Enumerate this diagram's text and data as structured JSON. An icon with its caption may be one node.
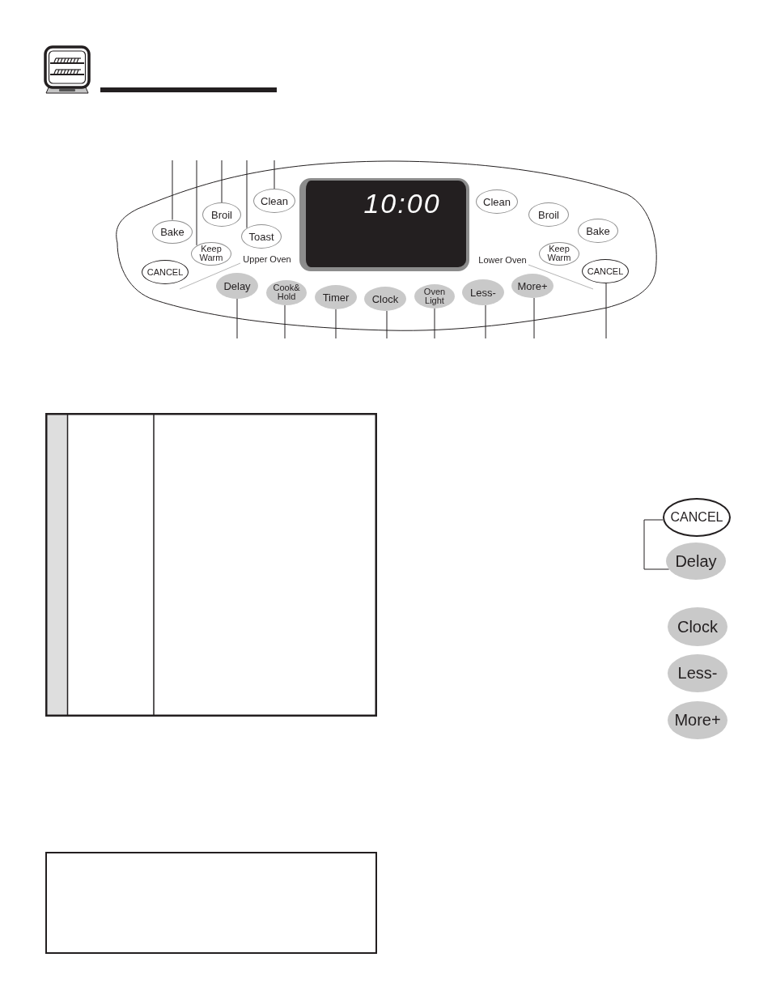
{
  "diagram": {
    "nodes": [
      {
        "text": [
          "Upper Oven",
          "Lower Oven"
        ]
      },
      {
        "text": [
          "Bake"
        ],
        "in": 0
      },
      {
        "text": [
          "Keep Warm"
        ],
        "in": 0
      },
      {
        "text": [
          "Broil"
        ],
        "in": 0
      },
      {
        "text": [
          "Toast"
        ],
        "in": 0
      },
      {
        "text": [
          "Clean"
        ],
        "in": 0
      },
      {
        "text": [
          "10:00"
        ],
        "in": 0
      },
      {
        "text": [
          "Clean"
        ],
        "in": 0
      },
      {
        "text": [
          "Broil"
        ],
        "in": 0
      },
      {
        "text": [
          "Bake"
        ],
        "in": 0
      },
      {
        "text": [
          "Keep Warm"
        ],
        "in": 0
      },
      {
        "text": [
          "CANCEL"
        ],
        "in": 0
      },
      {
        "text": [
          "CANCEL"
        ],
        "in": 0
      },
      {
        "text": [
          "Delay"
        ],
        "in": 0
      },
      {
        "text": [
          "Cook& Hold"
        ],
        "in": 0
      },
      {
        "text": [
          "Timer"
        ],
        "in": 0
      },
      {
        "text": [
          "Clock"
        ],
        "in": 0
      },
      {
        "text": [
          "Oven Light"
        ],
        "in": 0
      },
      {
        "text": [
          "Less-"
        ],
        "in": 0
      },
      {
        "text": [
          "More+"
        ],
        "in": 0
      },
      {
        "text": [
          "CANCEL"
        ]
      },
      {
        "text": [
          "Delay"
        ]
      },
      {
        "text": [
          "Clock"
        ]
      },
      {
        "text": [
          "Less-"
        ]
      },
      {
        "text": [
          "More+"
        ]
      }
    ],
    "edges": [
      {
        "from": null,
        "to": 1,
        "arrow": "none"
      },
      {
        "from": null,
        "to": 2,
        "arrow": "none"
      },
      {
        "from": null,
        "to": 3,
        "arrow": "none"
      },
      {
        "from": null,
        "to": 4,
        "arrow": "none"
      },
      {
        "from": null,
        "to": 5,
        "arrow": "none"
      },
      {
        "from": null,
        "to": 13,
        "arrow": "none"
      },
      {
        "from": null,
        "to": 14,
        "arrow": "none"
      },
      {
        "from": null,
        "to": 15,
        "arrow": "none"
      },
      {
        "from": null,
        "to": 16,
        "arrow": "none"
      },
      {
        "from": null,
        "to": 17,
        "arrow": "none"
      },
      {
        "from": null,
        "to": 18,
        "arrow": "none"
      },
      {
        "from": null,
        "to": 19,
        "arrow": "none"
      },
      {
        "from": null,
        "to": 12,
        "arrow": "none"
      },
      {
        "from": 20,
        "to": 21,
        "arrow": "none"
      }
    ]
  }
}
